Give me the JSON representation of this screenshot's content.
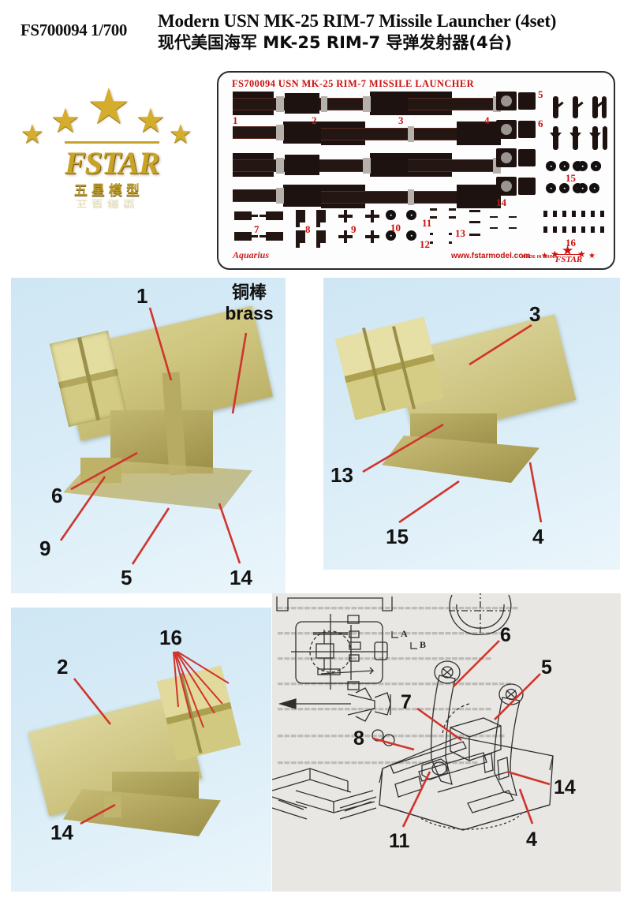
{
  "header": {
    "product_code": "FS700094 1/700",
    "title_en": "Modern USN MK-25 RIM-7 Missile Launcher (4set)",
    "title_cn": "现代美国海军 MK-25 RIM-7 导弹发射器(4台)"
  },
  "logo": {
    "brand": "FSTAR",
    "brand_cn": "五星模型",
    "brand_cn_reflection": "五星模型",
    "star_glyph": "★"
  },
  "fret": {
    "title": "FS700094 USN MK-25 RIM-7 MISSILE LAUNCHER",
    "signature": "Aquarius",
    "url": "www.fstarmodel.com",
    "made_in": "MADE IN CHINA",
    "mini_logo_word": "FSTAR",
    "part_numbers": [
      "1",
      "2",
      "3",
      "4",
      "5",
      "6",
      "7",
      "8",
      "9",
      "10",
      "11",
      "12",
      "13",
      "14",
      "15",
      "16"
    ]
  },
  "photos": [
    {
      "id": "photo-1",
      "labels": [
        "1",
        "6",
        "9",
        "5",
        "14"
      ],
      "note_cn": "铜棒",
      "note_en": "brass"
    },
    {
      "id": "photo-2",
      "labels": [
        "3",
        "13",
        "15",
        "4"
      ]
    },
    {
      "id": "photo-3",
      "labels": [
        "2",
        "16",
        "14"
      ]
    }
  ],
  "drawing": {
    "labels": [
      "6",
      "5",
      "7",
      "8",
      "11",
      "14",
      "4"
    ],
    "section_marks": [
      "A",
      "B"
    ]
  },
  "colors": {
    "accent_red": "#cc1111",
    "lead_red": "#d0342c",
    "photo_bg": "#d5e9f5",
    "brass_gold": "#c9b06a",
    "logo_gold": "#c9a327",
    "drawing_bg": "#e9e7e4",
    "ink": "#121212"
  }
}
